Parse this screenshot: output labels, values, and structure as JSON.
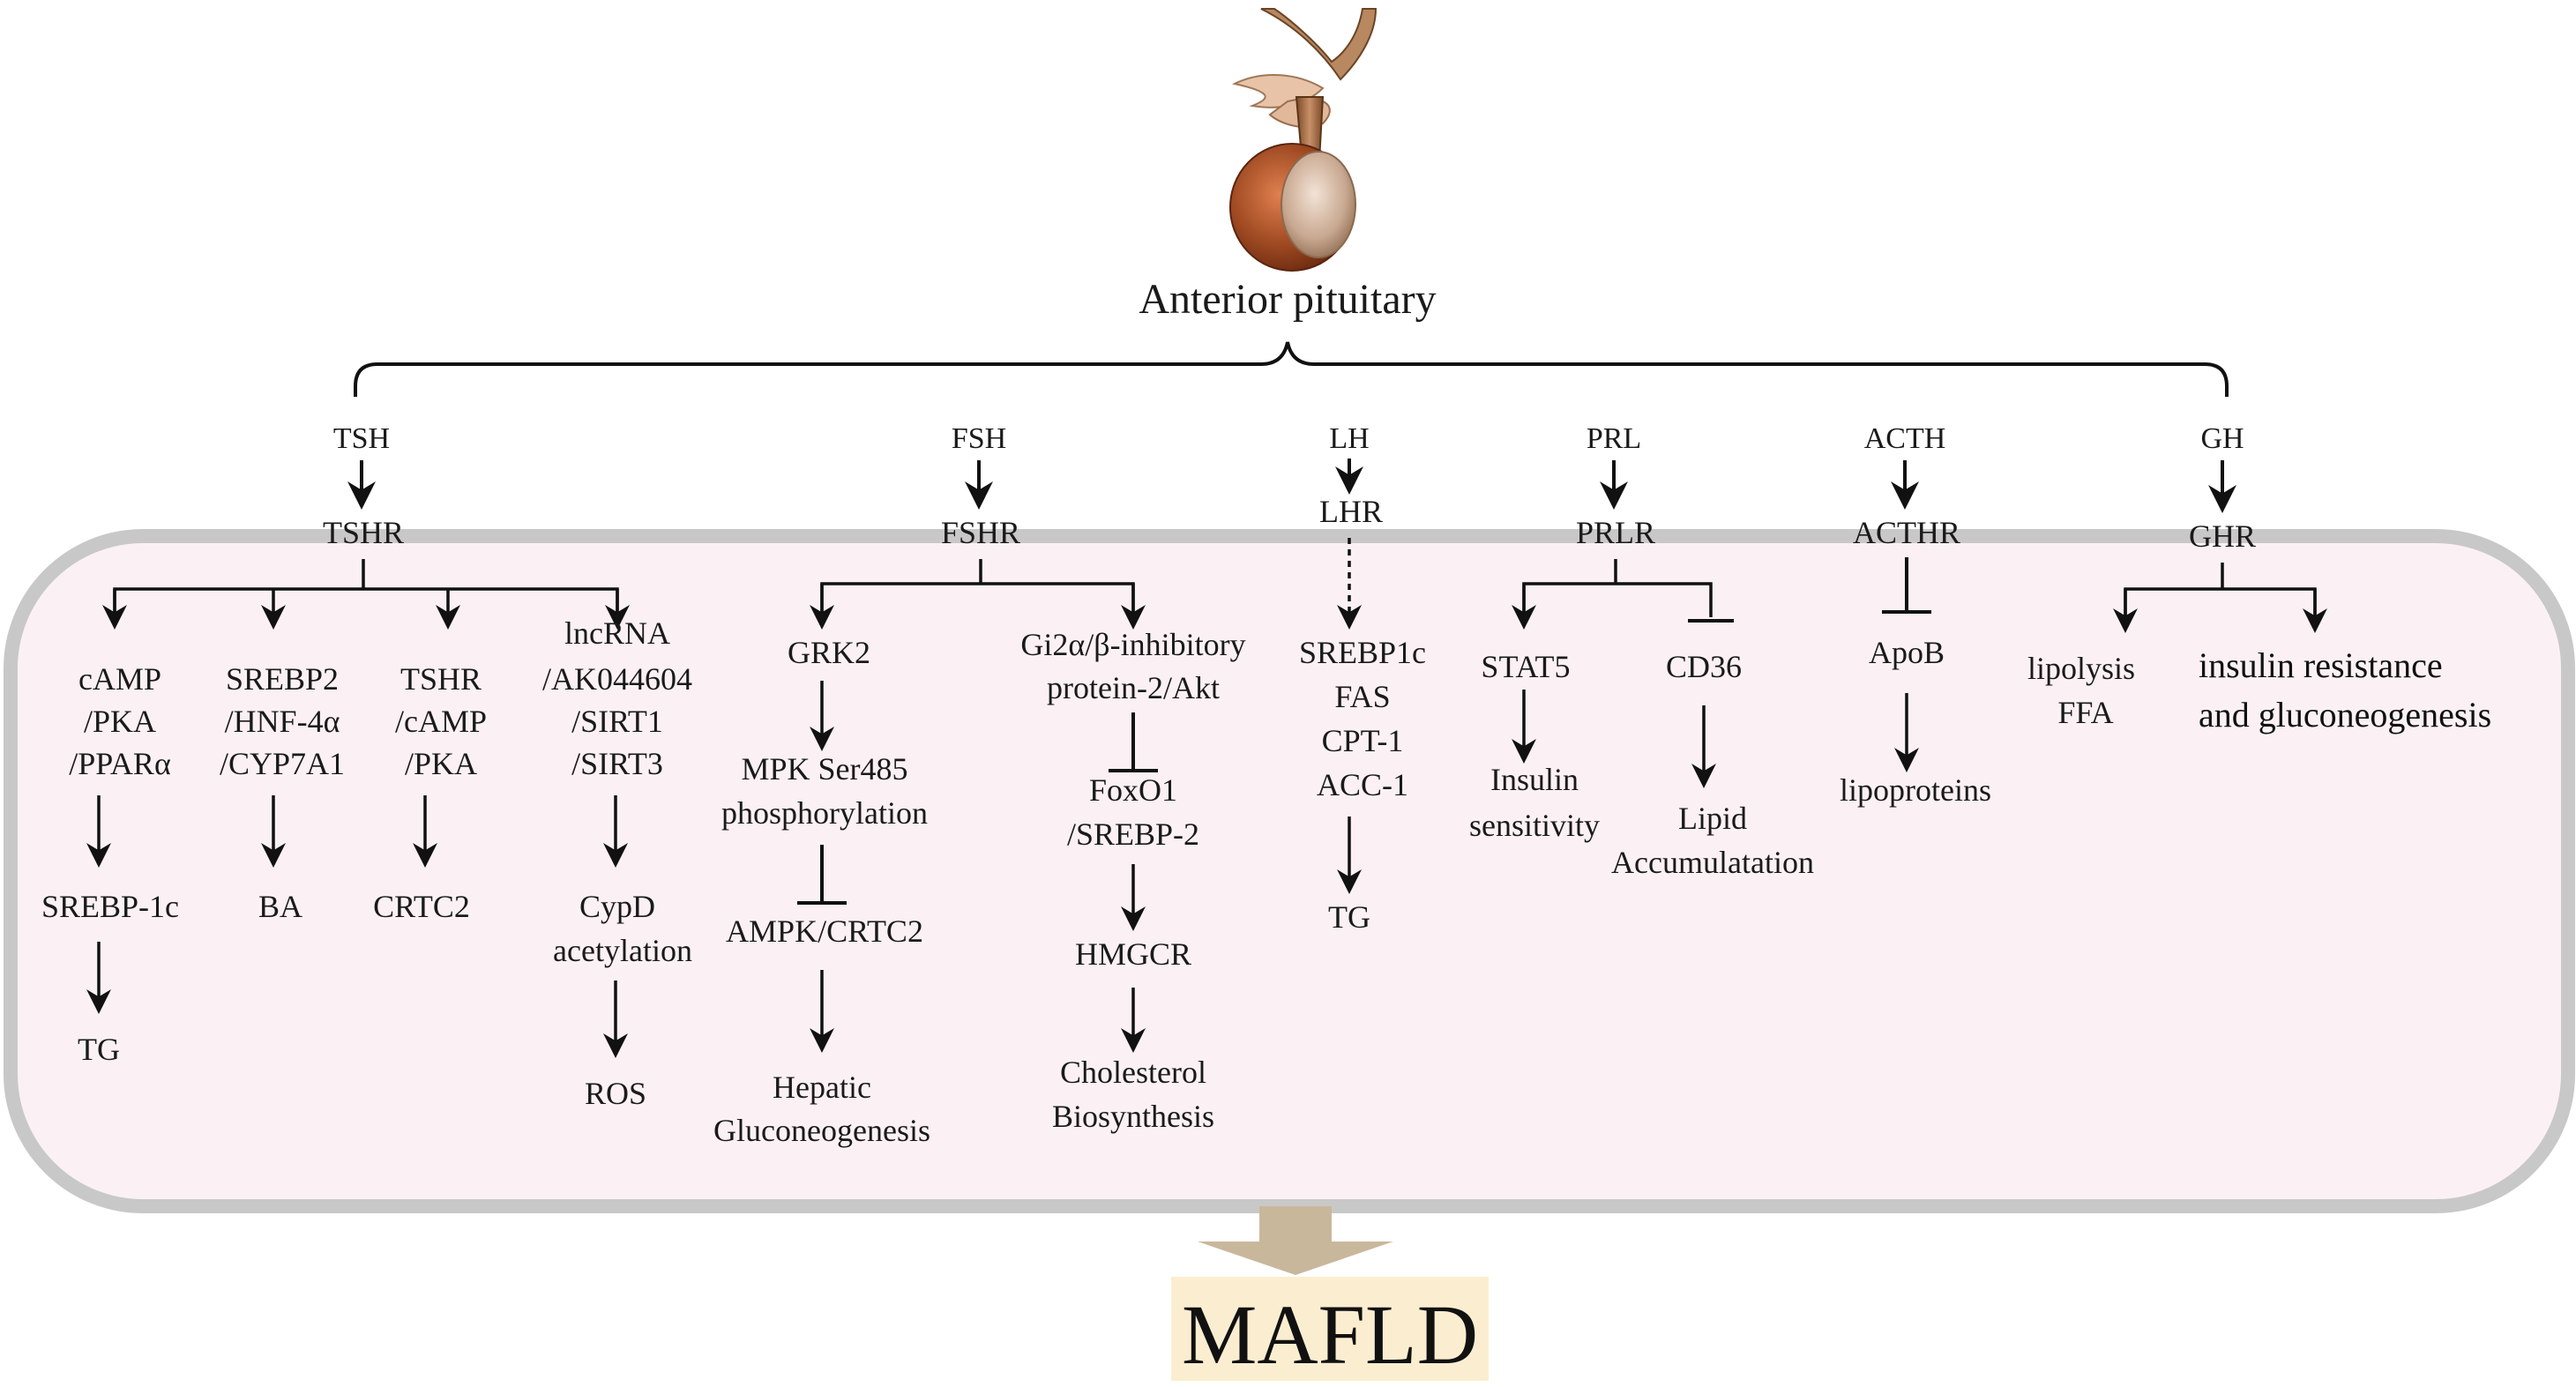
{
  "title": "Anterior pituitary",
  "outcome": "MAFLD",
  "colors": {
    "panel_fill": "#fbf1f4",
    "panel_border": "#c8c8c8",
    "arrow_big": "#c9b79c",
    "outcome_bg": "#fbeed0",
    "gland_brown": "#a04a22",
    "gland_tan": "#c89a78"
  },
  "hormones": {
    "tsh": "TSH",
    "fsh": "FSH",
    "lh": "LH",
    "prl": "PRL",
    "acth": "ACTH",
    "gh": "GH"
  },
  "receptors": {
    "tshr": "TSHR",
    "fshr": "FSHR",
    "lhr": "LHR",
    "prlr": "PRLR",
    "acthr": "ACTHR",
    "ghr": "GHR"
  },
  "tsh_branches": {
    "b1": {
      "lines": [
        "cAMP",
        "/PKA",
        "/PPARα"
      ],
      "mid": "SREBP-1c",
      "end": "TG"
    },
    "b2": {
      "lines": [
        "SREBP2",
        "/HNF-4α",
        "/CYP7A1"
      ],
      "end": "BA"
    },
    "b3": {
      "lines": [
        "TSHR",
        "/cAMP",
        "/PKA"
      ],
      "end": "CRTC2"
    },
    "b4": {
      "lines": [
        "lncRNA",
        "/AK044604",
        "/SIRT1",
        "/SIRT3"
      ],
      "mid": [
        "CypD",
        "acetylation"
      ],
      "end": "ROS"
    }
  },
  "fsh_branches": {
    "b1": {
      "top": "GRK2",
      "mid": [
        "MPK Ser485",
        "phosphorylation"
      ],
      "mid2": "AMPK/CRTC2",
      "end": [
        "Hepatic",
        "Gluconeogenesis"
      ]
    },
    "b2": {
      "top": [
        "Gi2α/β-inhibitory",
        "protein-2/Akt"
      ],
      "mid": [
        "FoxO1",
        "/SREBP-2"
      ],
      "mid2": "HMGCR",
      "end": [
        "Cholesterol",
        "Biosynthesis"
      ]
    }
  },
  "lh_branch": {
    "lines": [
      "SREBP1c",
      "FAS",
      "CPT-1",
      "ACC-1"
    ],
    "end": "TG"
  },
  "prl_branches": {
    "b1": {
      "top": "STAT5",
      "end": [
        "Insulin",
        "sensitivity"
      ]
    },
    "b2": {
      "top": "CD36",
      "end": [
        "Lipid",
        "Accumulatation"
      ]
    }
  },
  "acth_branch": {
    "top": "ApoB",
    "end": "lipoproteins"
  },
  "gh_branches": {
    "b1": [
      "lipolysis",
      "FFA"
    ],
    "b2": [
      "insulin resistance",
      "and gluconeogenesis"
    ]
  }
}
